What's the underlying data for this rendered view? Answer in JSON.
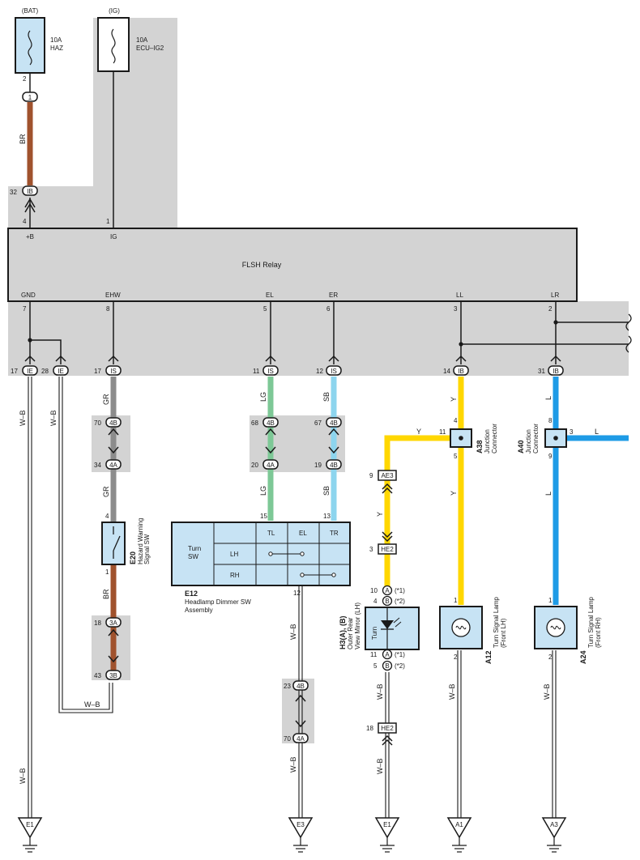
{
  "colors": {
    "grey_bg": "#d3d3d3",
    "wire_BR": "#a0522d",
    "wire_GR": "#8c8c8c",
    "wire_LG": "#7dc896",
    "wire_SB": "#8dd5ee",
    "wire_Y": "#ffd700",
    "wire_L": "#1e9be6",
    "component_fill": "#c7e3f4",
    "ink": "#1a1a1a"
  },
  "sources": {
    "bat": {
      "label": "(BAT)",
      "fuse": "10A",
      "name": "HAZ",
      "pin": "2",
      "connector": "1"
    },
    "ig": {
      "label": "(IG)",
      "fuse": "10A",
      "name": "ECU–IG2"
    }
  },
  "relay": {
    "name": "FLSH Relay",
    "top_pins": [
      {
        "num": "4",
        "term": "+B",
        "conn": "IB",
        "connpin": "32"
      },
      {
        "num": "1",
        "term": "IG"
      }
    ],
    "bottom_pins": [
      {
        "num": "7",
        "term": "GND"
      },
      {
        "num": "8",
        "term": "EHW"
      },
      {
        "num": "5",
        "term": "EL"
      },
      {
        "num": "6",
        "term": "ER"
      },
      {
        "num": "3",
        "term": "LL"
      },
      {
        "num": "2",
        "term": "LR"
      }
    ]
  },
  "connectors_row": [
    {
      "pin": "17",
      "name": "IE"
    },
    {
      "pin": "28",
      "name": "IE"
    },
    {
      "pin": "17",
      "name": "IS"
    },
    {
      "pin": "11",
      "name": "IS"
    },
    {
      "pin": "12",
      "name": "IS"
    },
    {
      "pin": "14",
      "name": "IB"
    },
    {
      "pin": "31",
      "name": "IB"
    }
  ],
  "wire_labels": {
    "br1": "BR",
    "wb1": "W–B",
    "wb2": "W–B",
    "gr1": "GR",
    "gr2": "GR",
    "br2": "BR",
    "lg1": "LG",
    "lg2": "LG",
    "sb1": "SB",
    "sb2": "SB",
    "y1": "Y",
    "y2": "Y",
    "y3": "Y",
    "y4": "Y",
    "l1": "L",
    "l2": "L",
    "l3": "L",
    "wb3": "W–B",
    "wb4": "W–B",
    "wb5": "W–B",
    "wb6": "W–B",
    "wb7": "W–B",
    "wb8": "W–B",
    "wb9": "W–B",
    "wb10": "W–B",
    "wb11": "W–B",
    "wb12": "W–B"
  },
  "inline_connectors": {
    "c4B_70": {
      "pin": "70",
      "name": "4B"
    },
    "c4A_34": {
      "pin": "34",
      "name": "4A"
    },
    "c4B_68": {
      "pin": "68",
      "name": "4B"
    },
    "c4B_67": {
      "pin": "67",
      "name": "4B"
    },
    "c4A_20": {
      "pin": "20",
      "name": "4A"
    },
    "c4B_19": {
      "pin": "19",
      "name": "4B"
    },
    "c3A_18": {
      "pin": "18",
      "name": "3A"
    },
    "c3B_43": {
      "pin": "43",
      "name": "3B"
    },
    "c4B_23": {
      "pin": "23",
      "name": "4B"
    },
    "c4A_70": {
      "pin": "70",
      "name": "4A"
    },
    "ae3": {
      "pin": "9",
      "name": "AE3"
    },
    "he2a": {
      "pin": "3",
      "name": "HE2"
    },
    "he2b": {
      "pin": "18",
      "name": "HE2"
    }
  },
  "hazard_sw": {
    "code": "E20",
    "name1": "Hazard Warning",
    "name2": "Signal SW",
    "pin_top": "4",
    "pin_bottom": "1"
  },
  "turn_sw": {
    "code": "E12",
    "name1": "Headlamp Dimmer SW",
    "name2": "Assembly",
    "label1": "Turn",
    "label2": "SW",
    "cols": [
      "TL",
      "EL",
      "TR"
    ],
    "rows": [
      "LH",
      "RH"
    ],
    "pin_tl": "15",
    "pin_tr": "13",
    "pin_gnd": "12"
  },
  "junction_a38": {
    "code": "A38",
    "name1": "Junction",
    "name2": "Connector",
    "pin_top": "4",
    "pin_left": "11",
    "pin_bottom": "5"
  },
  "junction_a40": {
    "code": "A40",
    "name1": "Junction",
    "name2": "Connector",
    "pin_top": "8",
    "pin_right": "3",
    "pin_bottom": "9"
  },
  "mirror": {
    "code": "H3(A), (B)",
    "name1": "Outer Rear",
    "name2": "View Mirror (LH)",
    "label": "Turn",
    "top_pins": [
      {
        "num": "10",
        "tag": "A",
        "note": "(*1)"
      },
      {
        "num": "4",
        "tag": "B",
        "note": "(*2)"
      }
    ],
    "bottom_pins": [
      {
        "num": "11",
        "tag": "A",
        "note": "(*1)"
      },
      {
        "num": "5",
        "tag": "B",
        "note": "(*2)"
      }
    ]
  },
  "lamp_lh": {
    "code": "A12",
    "name1": "Turn Signal Lamp",
    "name2": "(Front LH)",
    "pin_top": "1",
    "pin_bottom": "2"
  },
  "lamp_rh": {
    "code": "A24",
    "name1": "Turn Signal Lamp",
    "name2": "(Front RH)",
    "pin_top": "1",
    "pin_bottom": "2"
  },
  "grounds": [
    "E1",
    "E3",
    "E1",
    "A1",
    "A3"
  ]
}
